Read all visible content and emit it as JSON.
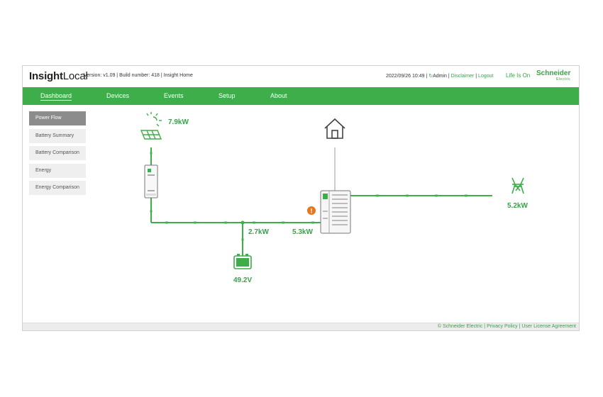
{
  "header": {
    "brand_bold": "Insight",
    "brand_light": "Local",
    "version_text": "Version: v1.09 | Build number: 418 | Insight Home",
    "datetime": "2022/09/26 10:49 |",
    "user": "Admin",
    "sep1": " | ",
    "disclaimer": "Disclaimer",
    "sep2": " | ",
    "logout": "Logout",
    "tagline": "Life Is On",
    "logo_line1": "Schneider",
    "logo_line2": "Electric"
  },
  "nav": {
    "items": [
      {
        "label": "Dashboard",
        "active": true
      },
      {
        "label": "Devices"
      },
      {
        "label": "Events"
      },
      {
        "label": "Setup"
      },
      {
        "label": "About"
      }
    ]
  },
  "sidebar": {
    "items": [
      {
        "label": "Power Flow",
        "active": true
      },
      {
        "label": "Battery Summary"
      },
      {
        "label": "Battery Comparison"
      },
      {
        "label": "Energy"
      },
      {
        "label": "Energy Comparison"
      }
    ]
  },
  "flow": {
    "solar_power": "7.9kW",
    "battery_power": "2.7kW",
    "inverter_power": "5.3kW",
    "grid_power": "5.2kW",
    "battery_voltage": "49.2V",
    "warning_symbol": "!",
    "line_color": "#3dae49",
    "warning_color": "#e8761d",
    "icons": [
      "sun-icon",
      "solar-panel-icon",
      "house-icon",
      "charge-controller-icon",
      "inverter-icon",
      "warning-icon",
      "battery-icon",
      "grid-tower-icon"
    ]
  },
  "footer": {
    "text": "© Schneider Electric | Privacy Policy | User License Agreement"
  }
}
